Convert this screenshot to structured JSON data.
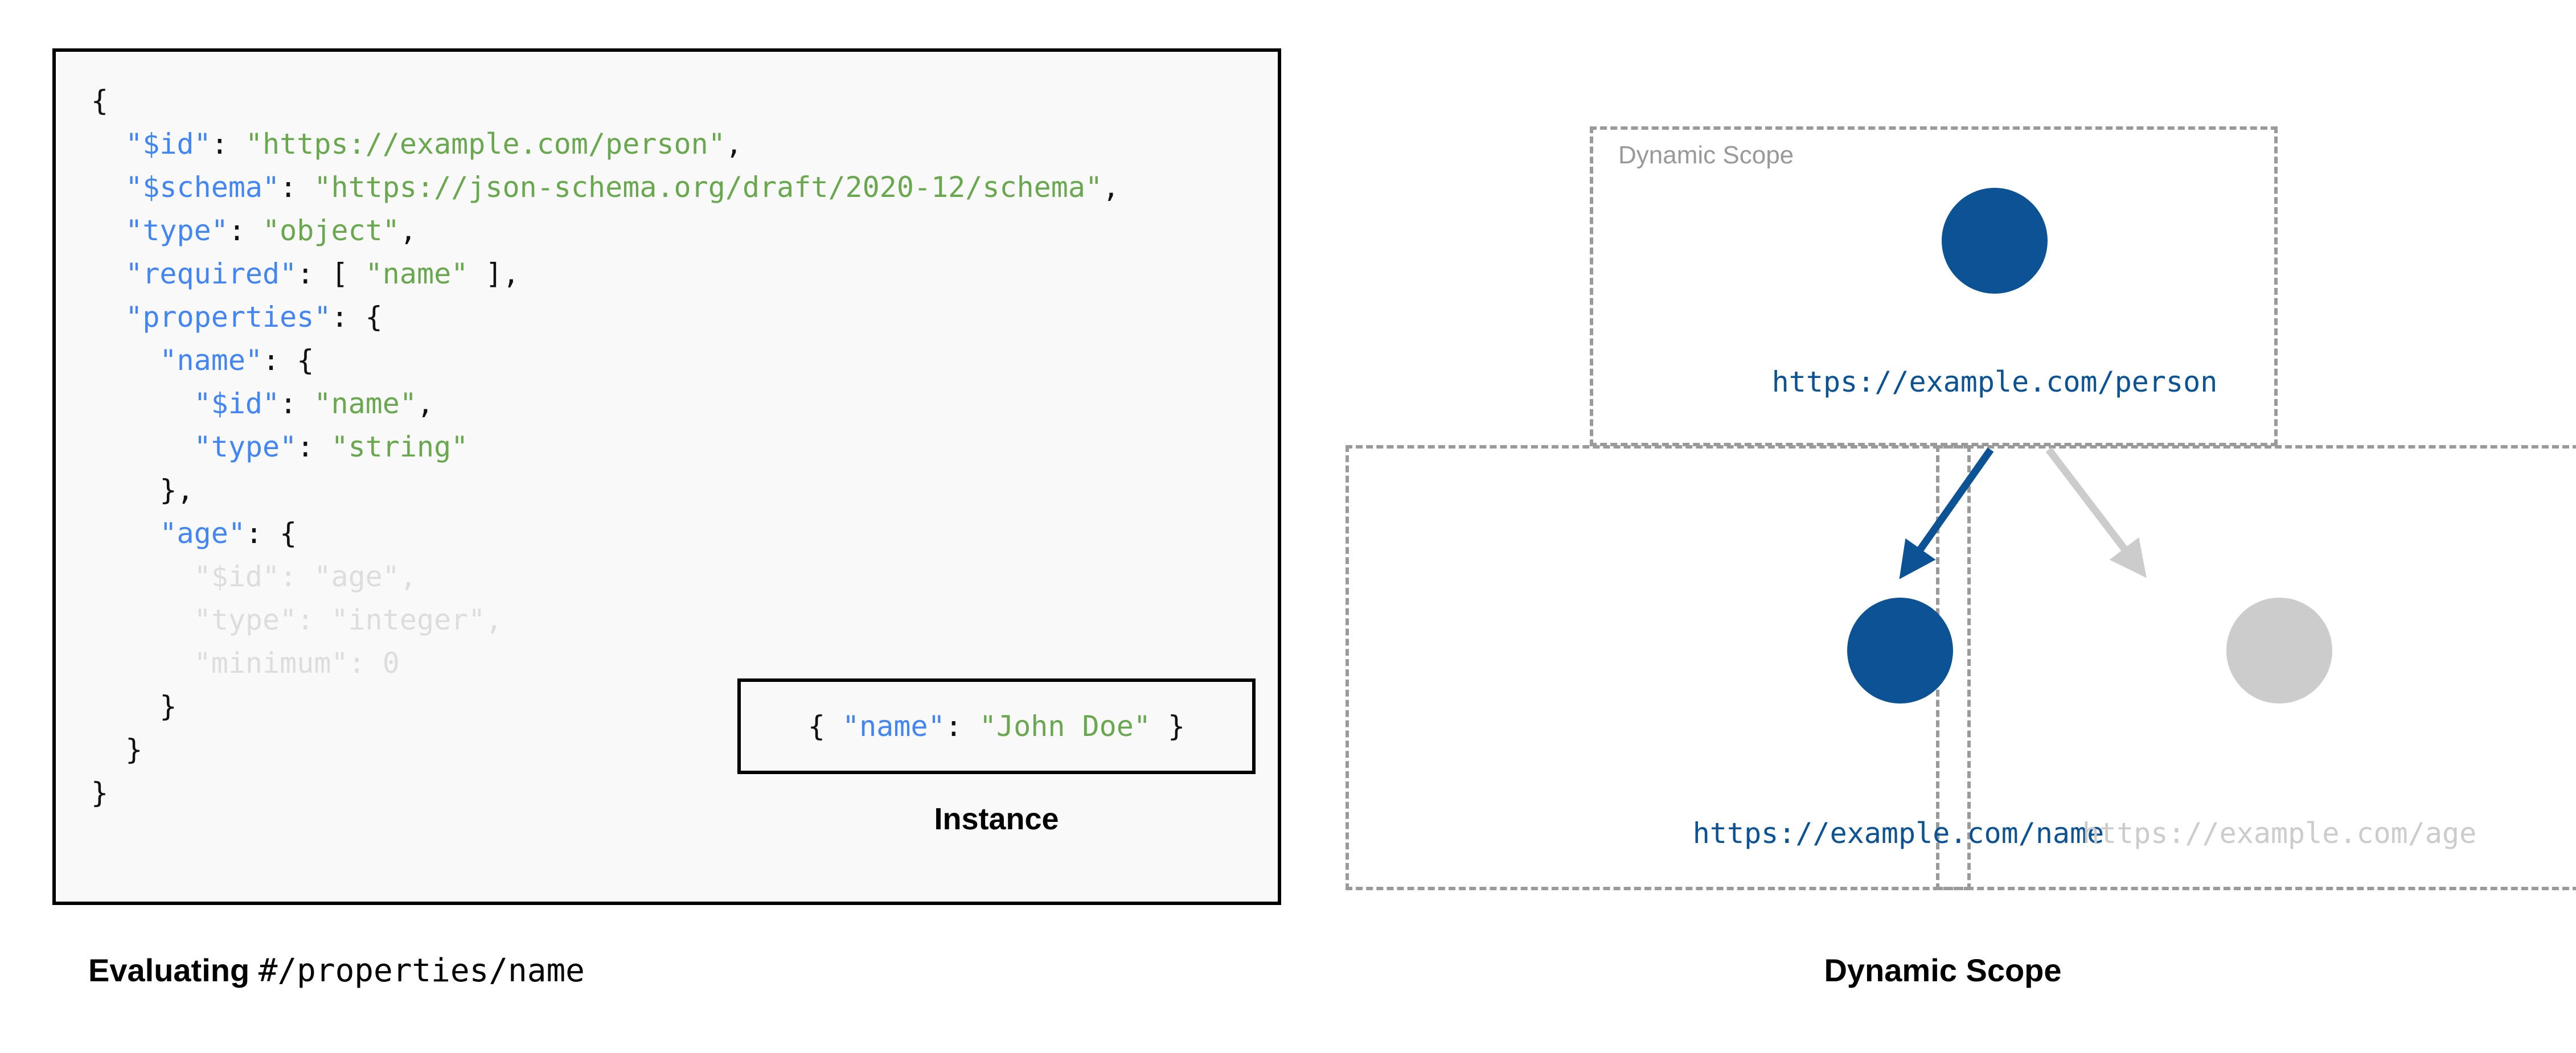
{
  "left": {
    "schema_lines": [
      {
        "dim": false,
        "tokens": [
          {
            "t": "p",
            "v": "{"
          }
        ]
      },
      {
        "dim": false,
        "tokens": [
          {
            "t": "p",
            "v": "  "
          },
          {
            "t": "k",
            "v": "\"$id\""
          },
          {
            "t": "p",
            "v": ": "
          },
          {
            "t": "s",
            "v": "\"https://example.com/person\""
          },
          {
            "t": "p",
            "v": ","
          }
        ]
      },
      {
        "dim": false,
        "tokens": [
          {
            "t": "p",
            "v": "  "
          },
          {
            "t": "k",
            "v": "\"$schema\""
          },
          {
            "t": "p",
            "v": ": "
          },
          {
            "t": "s",
            "v": "\"https://json-schema.org/draft/2020-12/schema\""
          },
          {
            "t": "p",
            "v": ","
          }
        ]
      },
      {
        "dim": false,
        "tokens": [
          {
            "t": "p",
            "v": "  "
          },
          {
            "t": "k",
            "v": "\"type\""
          },
          {
            "t": "p",
            "v": ": "
          },
          {
            "t": "s",
            "v": "\"object\""
          },
          {
            "t": "p",
            "v": ","
          }
        ]
      },
      {
        "dim": false,
        "tokens": [
          {
            "t": "p",
            "v": "  "
          },
          {
            "t": "k",
            "v": "\"required\""
          },
          {
            "t": "p",
            "v": ": [ "
          },
          {
            "t": "s",
            "v": "\"name\""
          },
          {
            "t": "p",
            "v": " ],"
          }
        ]
      },
      {
        "dim": false,
        "tokens": [
          {
            "t": "p",
            "v": "  "
          },
          {
            "t": "k",
            "v": "\"properties\""
          },
          {
            "t": "p",
            "v": ": {"
          }
        ]
      },
      {
        "dim": false,
        "tokens": [
          {
            "t": "p",
            "v": "    "
          },
          {
            "t": "k",
            "v": "\"name\""
          },
          {
            "t": "p",
            "v": ": {"
          }
        ]
      },
      {
        "dim": false,
        "tokens": [
          {
            "t": "p",
            "v": "      "
          },
          {
            "t": "k",
            "v": "\"$id\""
          },
          {
            "t": "p",
            "v": ": "
          },
          {
            "t": "s",
            "v": "\"name\""
          },
          {
            "t": "p",
            "v": ","
          }
        ]
      },
      {
        "dim": false,
        "tokens": [
          {
            "t": "p",
            "v": "      "
          },
          {
            "t": "k",
            "v": "\"type\""
          },
          {
            "t": "p",
            "v": ": "
          },
          {
            "t": "s",
            "v": "\"string\""
          }
        ]
      },
      {
        "dim": false,
        "tokens": [
          {
            "t": "p",
            "v": "    },"
          }
        ]
      },
      {
        "dim": false,
        "tokens": [
          {
            "t": "p",
            "v": "    "
          },
          {
            "t": "k",
            "v": "\"age\""
          },
          {
            "t": "p",
            "v": ": {"
          }
        ]
      },
      {
        "dim": true,
        "tokens": [
          {
            "t": "p",
            "v": "      "
          },
          {
            "t": "k",
            "v": "\"$id\""
          },
          {
            "t": "p",
            "v": ": "
          },
          {
            "t": "s",
            "v": "\"age\""
          },
          {
            "t": "p",
            "v": ","
          }
        ]
      },
      {
        "dim": true,
        "tokens": [
          {
            "t": "p",
            "v": "      "
          },
          {
            "t": "k",
            "v": "\"type\""
          },
          {
            "t": "p",
            "v": ": "
          },
          {
            "t": "s",
            "v": "\"integer\""
          },
          {
            "t": "p",
            "v": ","
          }
        ]
      },
      {
        "dim": true,
        "tokens": [
          {
            "t": "p",
            "v": "      "
          },
          {
            "t": "k",
            "v": "\"minimum\""
          },
          {
            "t": "p",
            "v": ": "
          },
          {
            "t": "n",
            "v": "0"
          }
        ]
      },
      {
        "dim": false,
        "tokens": [
          {
            "t": "p",
            "v": "    }"
          }
        ]
      },
      {
        "dim": false,
        "tokens": [
          {
            "t": "p",
            "v": "  }"
          }
        ]
      },
      {
        "dim": false,
        "tokens": [
          {
            "t": "p",
            "v": "}"
          }
        ]
      }
    ],
    "instance": {
      "tokens": [
        {
          "t": "p",
          "v": "{ "
        },
        {
          "t": "k",
          "v": "\"name\""
        },
        {
          "t": "p",
          "v": ": "
        },
        {
          "t": "s",
          "v": "\"John Doe\""
        },
        {
          "t": "p",
          "v": " }"
        }
      ],
      "caption": "Instance"
    },
    "caption_bold": "Evaluating ",
    "caption_mono": "#/properties/name"
  },
  "right": {
    "scope_top_label": "Dynamic Scope",
    "nodes": [
      {
        "id": "person",
        "label": "https://example.com/person",
        "color": "#0b5394",
        "active": true
      },
      {
        "id": "name",
        "label": "https://example.com/name",
        "color": "#0b5394",
        "active": true
      },
      {
        "id": "age",
        "label": "https://example.com/age",
        "color": "#cccccc",
        "active": false
      }
    ],
    "edges": [
      {
        "from": "person",
        "to": "name",
        "color": "#0b5394",
        "active": true
      },
      {
        "from": "person",
        "to": "age",
        "color": "#cccccc",
        "active": false
      }
    ],
    "caption": "Dynamic Scope"
  },
  "colors": {
    "accent_blue": "#0b5394",
    "inactive_grey": "#cccccc",
    "dashed_border": "#9a9a9a",
    "key_blue": "#4285f4",
    "string_green": "#6aa84f",
    "code_bg": "#f9f9f9"
  }
}
